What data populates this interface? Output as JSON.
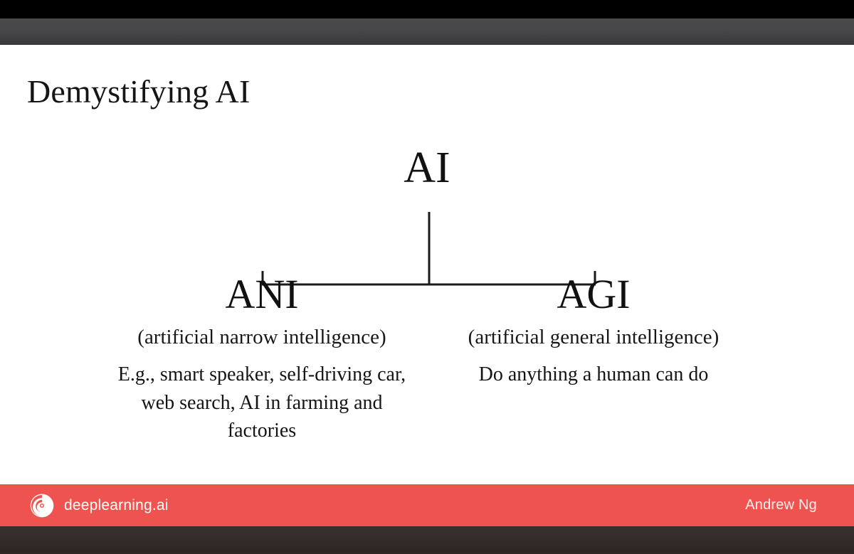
{
  "viewer": {
    "toolbar": {
      "label": ""
    },
    "bottom_bar": {
      "label": ""
    }
  },
  "slide": {
    "title": "Demystifying AI",
    "diagram": {
      "root": {
        "label": "AI"
      },
      "branches": [
        {
          "heading": "ANI",
          "subtitle": "(artificial narrow intelligence)",
          "body": "E.g., smart speaker, self-driving car, web search, AI in farming and factories"
        },
        {
          "heading": "AGI",
          "subtitle": "(artificial general intelligence)",
          "body": "Do anything a human can do"
        }
      ]
    }
  },
  "footer": {
    "brand": "deeplearning.ai",
    "logo_icon": "deeplearning-spiral-logo-icon",
    "presenter": "Andrew Ng",
    "background_color": "#ef5350"
  },
  "colors": {
    "slide_background": "#ffffff",
    "text": "#111111",
    "footer_red": "#ef5350",
    "toolbar_dark": "#47474a",
    "bottom_bar_dark": "#332b2a"
  }
}
